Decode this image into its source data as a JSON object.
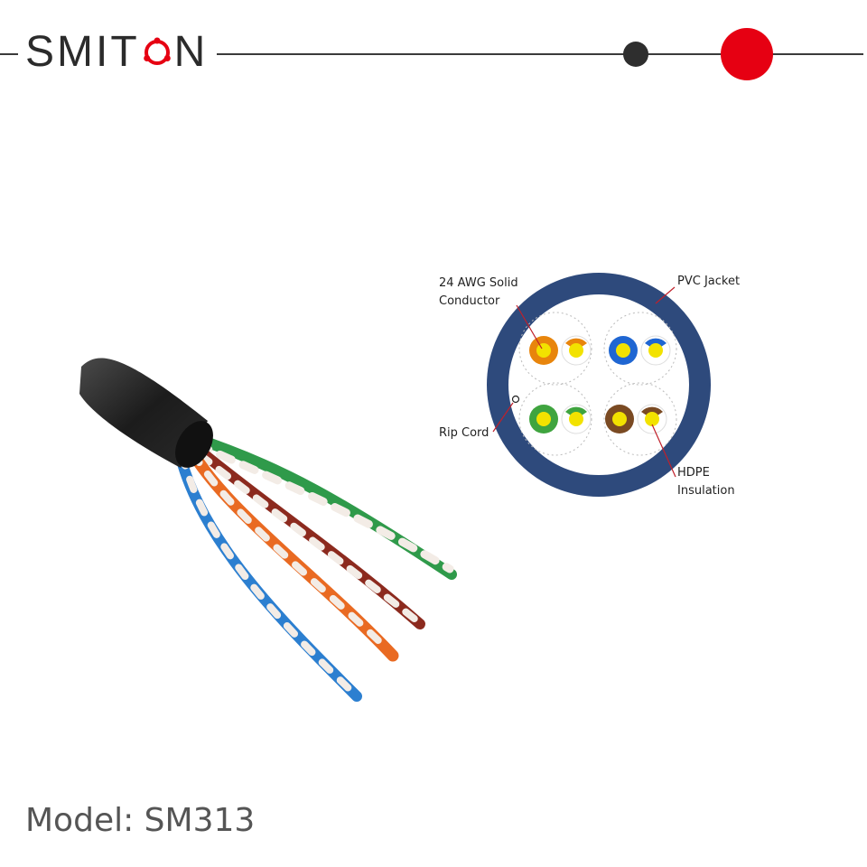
{
  "header": {
    "brand_left": "SMIT",
    "brand_right": "N",
    "accent_color": "#e60012"
  },
  "diagram": {
    "labels": {
      "conductor": "24 AWG Solid\nConductor",
      "jacket": "PVC Jacket",
      "ripcord": "Rip Cord",
      "insulation": "HDPE\nInsulation"
    },
    "jacket_color": "#2e4a7c"
  },
  "footer": {
    "model": "Model: SM313"
  }
}
